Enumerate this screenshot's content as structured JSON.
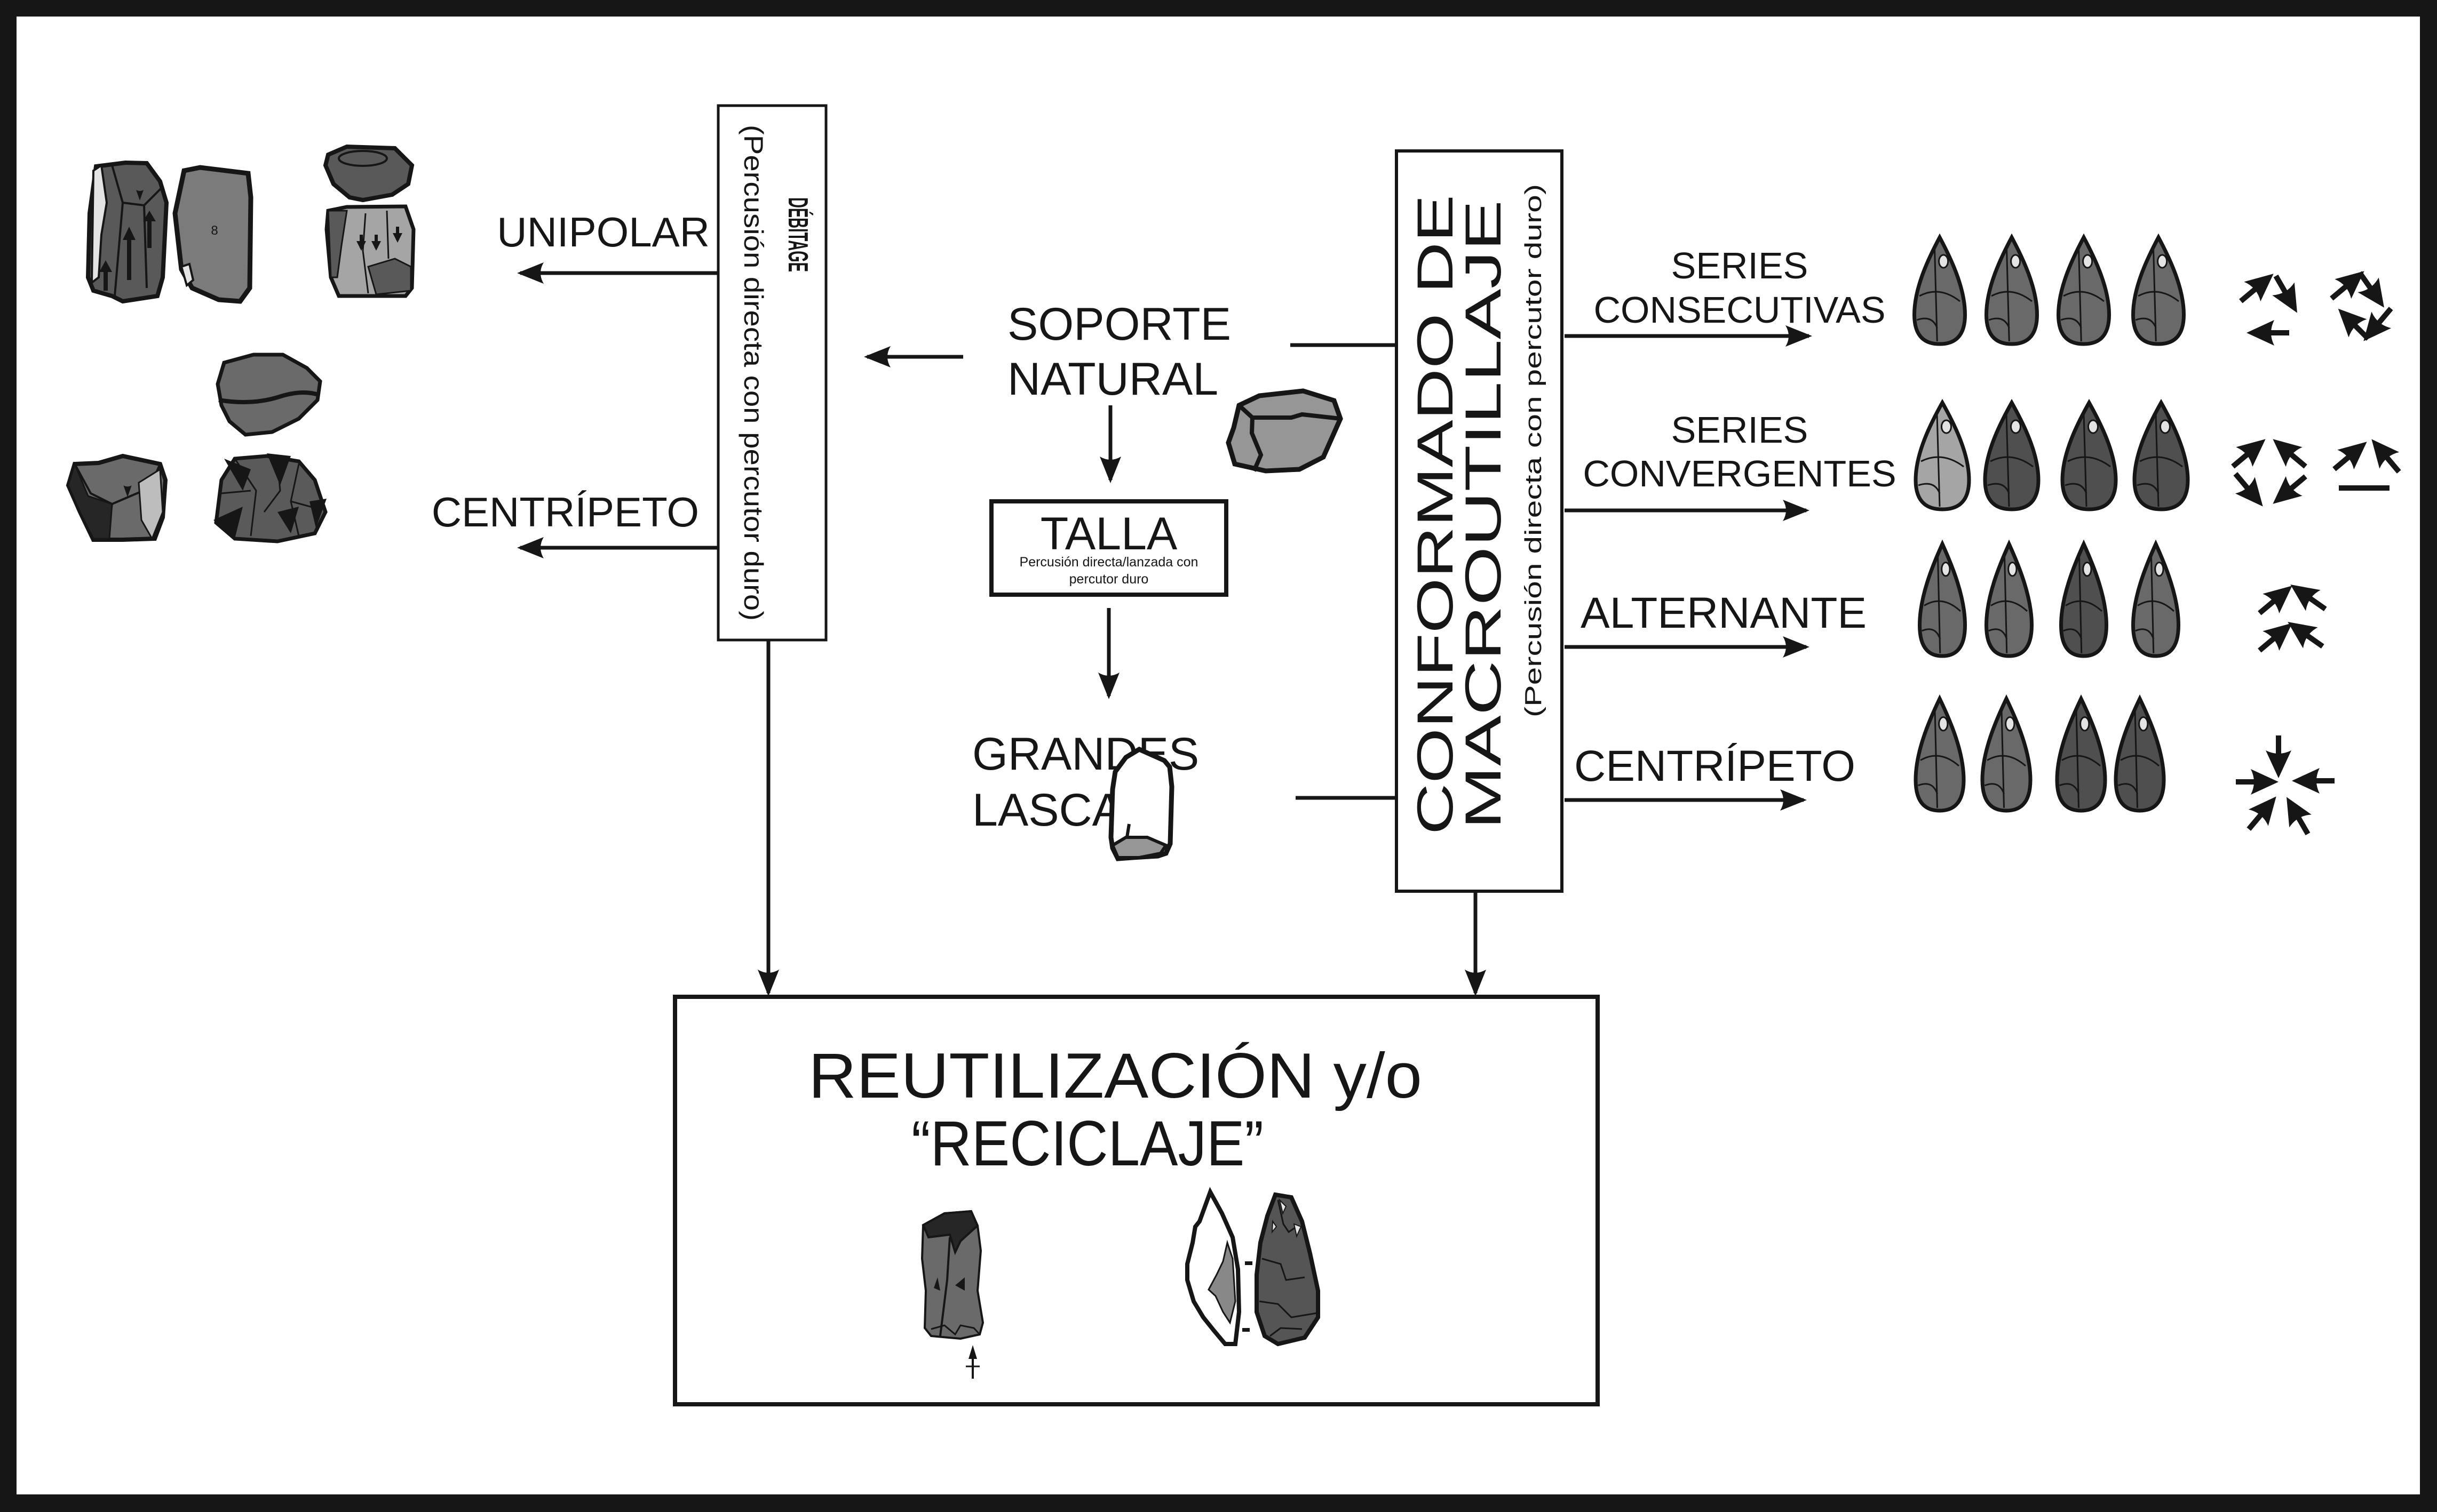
{
  "figure": {
    "title": "Esquema de cadena operativa de macroutillaje",
    "palette": {
      "frame": "#161616",
      "background": "#ffffff",
      "ink": "#161616",
      "stone_dark": "#4f4f4f",
      "stone_mid": "#696969",
      "stone_light": "#a5a5a5",
      "cortex": "#e4e4e4",
      "nodule": "#969696"
    }
  },
  "debitage": {
    "title": "DÉBITAGE",
    "subtitle": "(Percusión directa con percutor duro)",
    "methods": [
      {
        "label": "UNIPOLAR",
        "artifacts": [
          "core-unipolar-front",
          "core-unipolar-side-number-8",
          "core-unipolar-platform",
          "core-unipolar-face"
        ]
      },
      {
        "label": "CENTRÍPETO",
        "artifacts": [
          "core-centripetal-profile",
          "core-centripetal-face-a",
          "core-centripetal-face-b"
        ]
      }
    ],
    "core_annotation_8": "8"
  },
  "center": {
    "soporte_natural": [
      "SOPORTE",
      "NATURAL"
    ],
    "talla": {
      "title": "TALLA",
      "subtitle_line1": "Percusión directa/lanzada con",
      "subtitle_line2": "percutor duro"
    },
    "grandes_lascas": [
      "GRANDES",
      "LASCAS"
    ]
  },
  "conformado": {
    "title_line1": "CONFORMADO DE",
    "title_line2": "MACROUTILLAJE",
    "subtitle": "(Percusión directa con percutor duro)",
    "methods": [
      {
        "label_lines": [
          "SERIES",
          "CONSECUTIVAS"
        ],
        "handaxe_count": 4,
        "scheme": "consecutive-arrows"
      },
      {
        "label_lines": [
          "SERIES",
          "CONVERGENTES"
        ],
        "handaxe_count": 4,
        "scheme": "convergent-arrows"
      },
      {
        "label_lines": [
          "ALTERNANTE"
        ],
        "handaxe_count": 4,
        "scheme": "alternating-arrows"
      },
      {
        "label_lines": [
          "CENTRÍPETO"
        ],
        "handaxe_count": 4,
        "scheme": "centripetal-arrows"
      }
    ]
  },
  "reuse": {
    "title_line1": "REUTILIZACIÓN y/o",
    "title_line2": "“RECICLAJE”",
    "artifacts": [
      "recycled-flake",
      "recycled-handaxe-profile",
      "recycled-handaxe-face"
    ]
  }
}
